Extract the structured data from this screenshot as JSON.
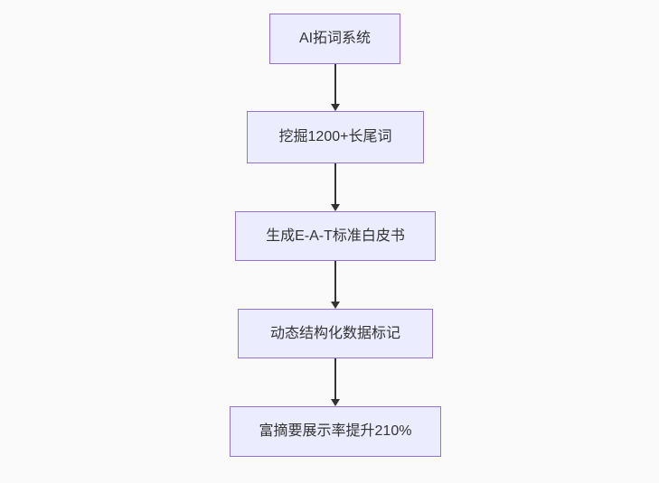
{
  "diagram": {
    "type": "flowchart-top-down",
    "nodes": [
      {
        "id": "A",
        "label": "AI拓词系统"
      },
      {
        "id": "B",
        "label": "挖掘1200+长尾词"
      },
      {
        "id": "C",
        "label": "生成E-A-T标准白皮书"
      },
      {
        "id": "D",
        "label": "动态结构化数据标记"
      },
      {
        "id": "E",
        "label": "富摘要展示率提升210%"
      }
    ],
    "edges": [
      {
        "from": "A",
        "to": "B"
      },
      {
        "from": "B",
        "to": "C"
      },
      {
        "from": "C",
        "to": "D"
      },
      {
        "from": "D",
        "to": "E"
      }
    ],
    "colors": {
      "background": "#fafafa",
      "node_fill": "#ECECFF",
      "node_border": "#9370DB",
      "arrow": "#333333",
      "text": "#333333"
    }
  }
}
